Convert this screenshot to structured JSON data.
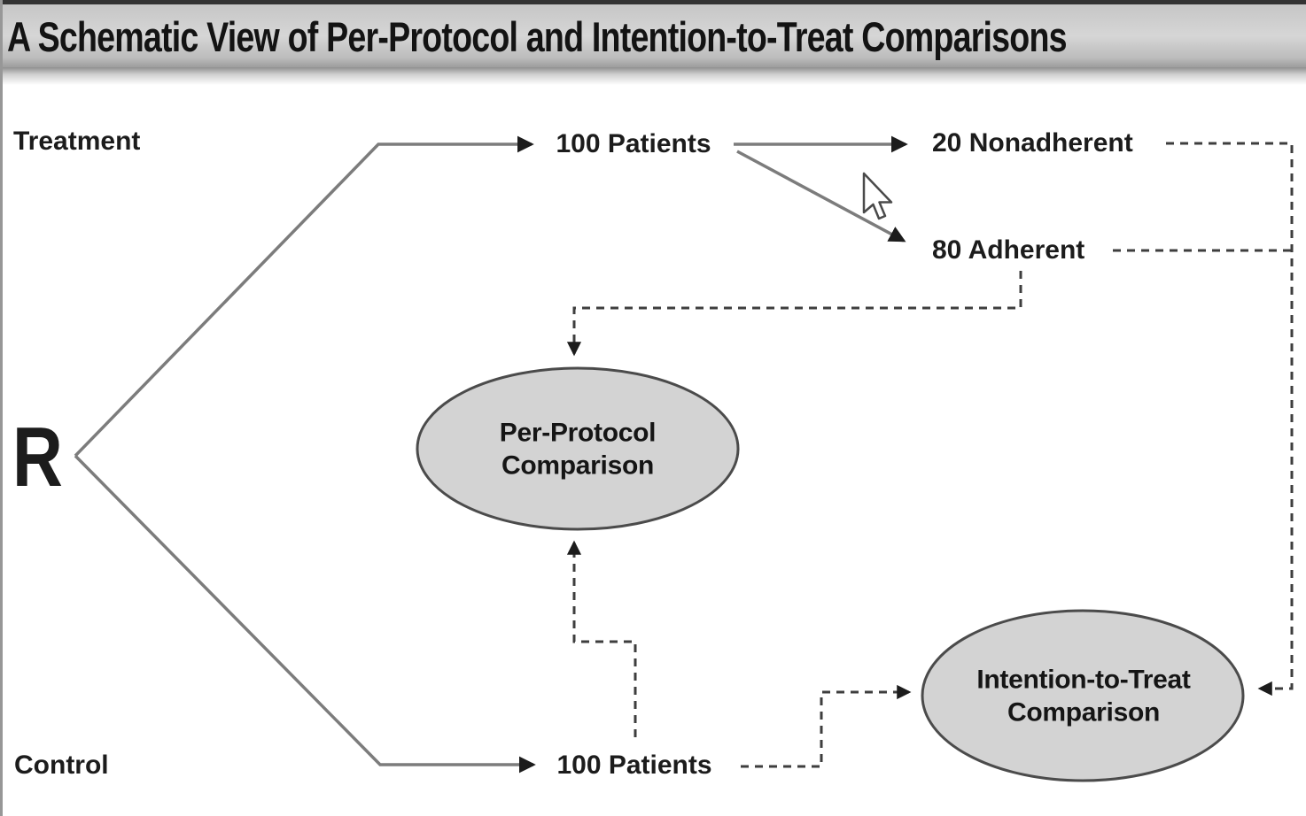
{
  "title": "A Schematic View of Per-Protocol and Intention-to-Treat Comparisons",
  "arms": {
    "treatment": "Treatment",
    "control": "Control",
    "randomization_symbol": "R"
  },
  "nodes": {
    "treatment_patients": "100 Patients",
    "nonadherent": "20 Nonadherent",
    "adherent": "80 Adherent",
    "control_patients": "100 Patients",
    "per_protocol": {
      "line1": "Per-Protocol",
      "line2": "Comparison"
    },
    "intention_to_treat": {
      "line1": "Intention-to-Treat",
      "line2": "Comparison"
    }
  },
  "icons": {
    "cursor": "mouse-arrow-cursor"
  },
  "colors": {
    "background": "#ffffff",
    "title_bar_top": "#c6c6c6",
    "title_bar_bottom": "#9d9d9d",
    "solid_line": "#7c7c7c",
    "dashed_line": "#3e3e3e",
    "arrowhead": "#1c1c1c",
    "ellipse_fill": "#d3d3d3",
    "ellipse_border": "#4b4b4b",
    "text": "#1c1c1c"
  }
}
